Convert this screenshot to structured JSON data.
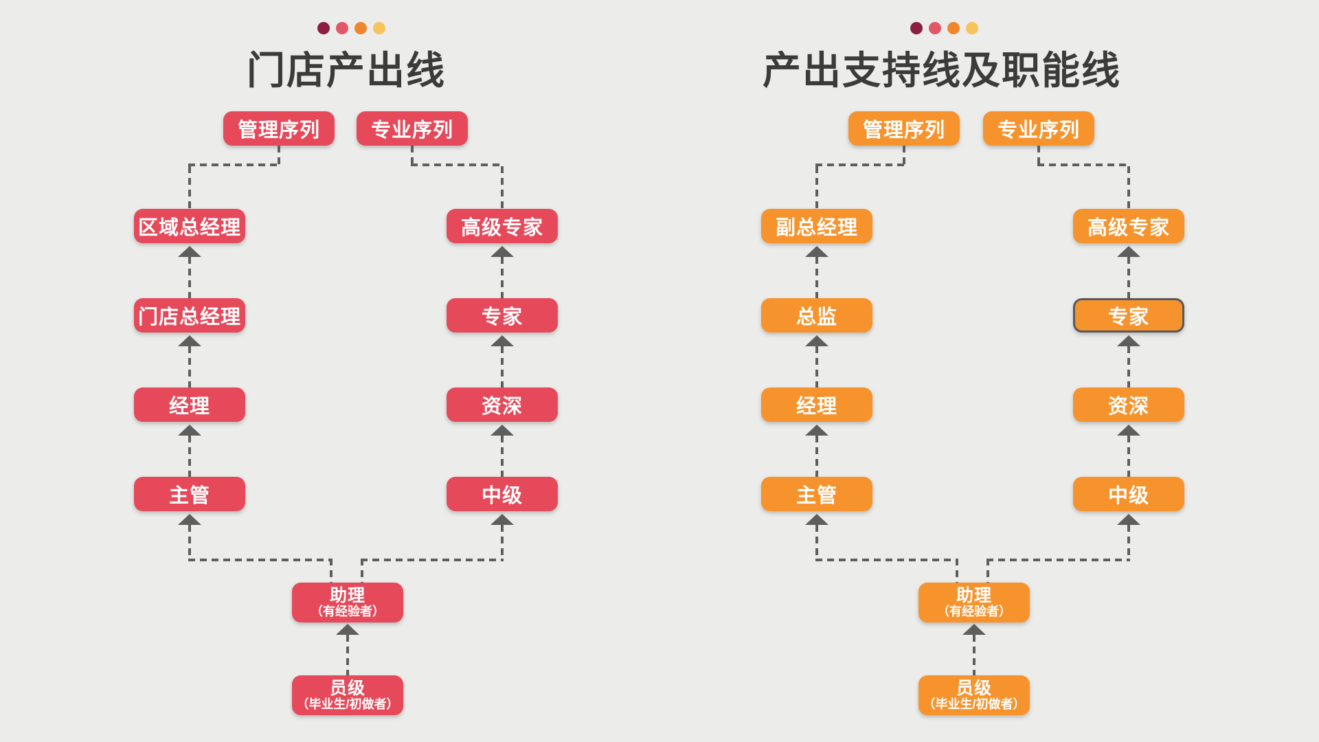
{
  "palette": {
    "background": "#ECECEA",
    "red": "#E5495A",
    "orange": "#F7932C",
    "line_gray": "#5E5E5E",
    "title_text": "#3B3B3B",
    "highlight_border": "#58585A",
    "dots": [
      "#8B1E3E",
      "#E15767",
      "#F0862C",
      "#F9C35B"
    ]
  },
  "diagrams": [
    {
      "title": "门店产出线",
      "theme_color": "#E5495A",
      "headers": {
        "management": "管理序列",
        "professional": "专业序列"
      },
      "management_track": [
        "区域总经理",
        "门店总经理",
        "经理",
        "主管"
      ],
      "professional_track": [
        "高级专家",
        "专家",
        "资深",
        "中级"
      ],
      "junior": {
        "label": "助理",
        "note": "（有经验者）"
      },
      "entry": {
        "label": "员级",
        "note": "（毕业生/初做者）"
      }
    },
    {
      "title": "产出支持线及职能线",
      "theme_color": "#F7932C",
      "headers": {
        "management": "管理序列",
        "professional": "专业序列"
      },
      "management_track": [
        "副总经理",
        "总监",
        "经理",
        "主管"
      ],
      "professional_track": [
        "高级专家",
        "专家",
        "资深",
        "中级"
      ],
      "junior": {
        "label": "助理",
        "note": "（有经验者）"
      },
      "entry": {
        "label": "员级",
        "note": "（毕业生/初做者）"
      }
    }
  ]
}
